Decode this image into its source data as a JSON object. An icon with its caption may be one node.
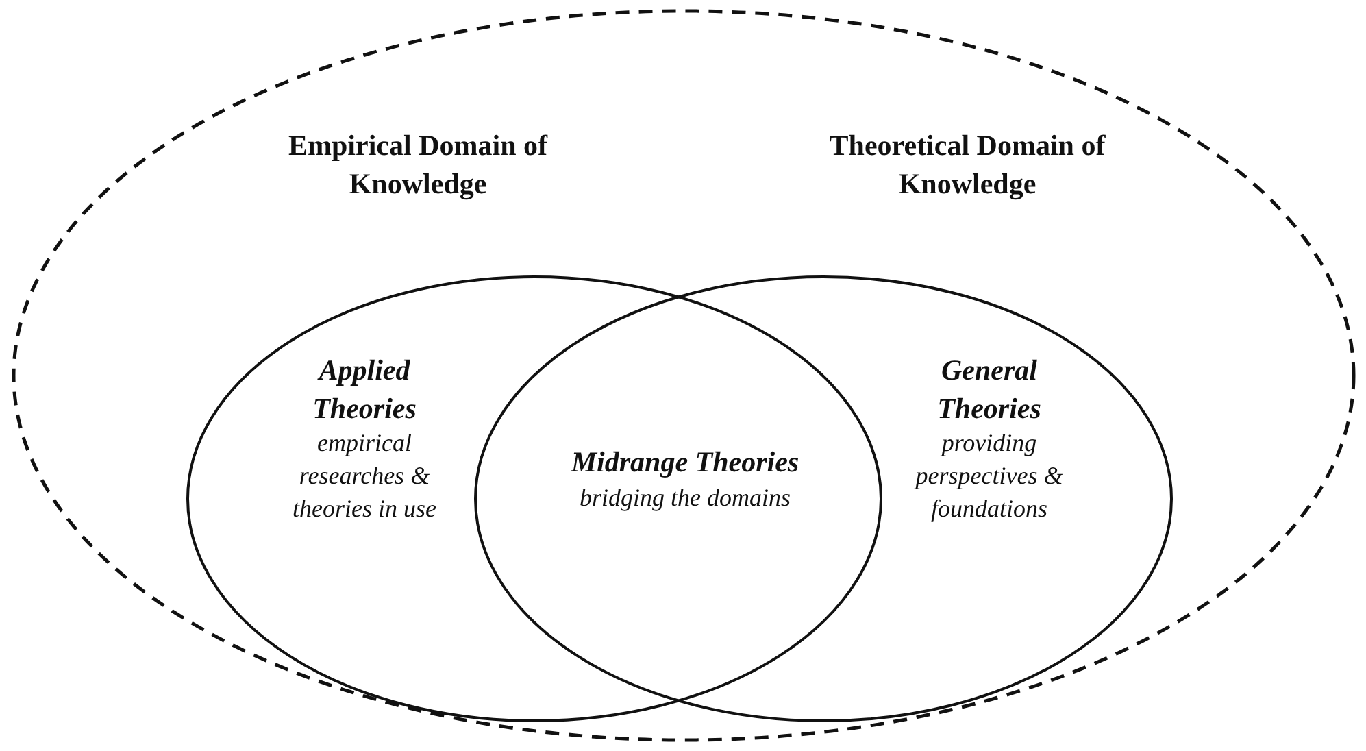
{
  "diagram": {
    "nodes": [
      {
        "text": [
          "Empirical Domain of Knowledge",
          "Theoretical Domain of Knowledge"
        ]
      },
      {
        "text": [
          "Applied Theories",
          "empirical researches & theories in use"
        ],
        "in": 0
      },
      {
        "text": [
          "General Theories",
          "providing perspectives & foundations"
        ],
        "in": 0
      }
    ],
    "labels": [
      "Midrange Theories",
      "bridging the domains"
    ]
  }
}
